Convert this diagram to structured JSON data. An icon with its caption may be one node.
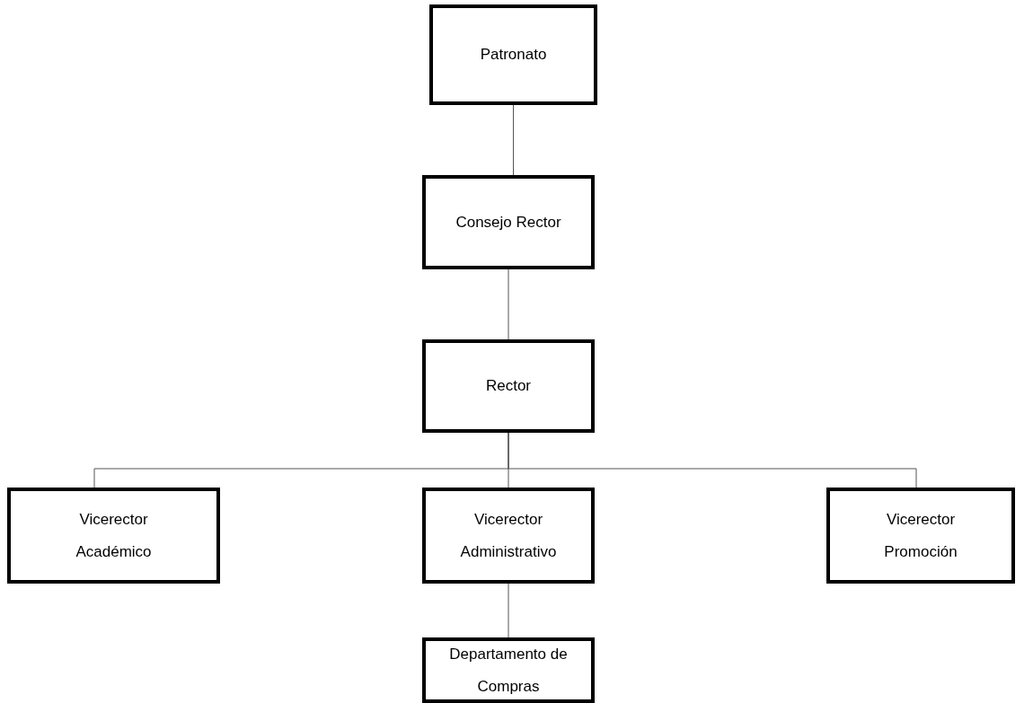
{
  "diagram": {
    "nodes": [
      {
        "text": [
          "Patronato"
        ]
      },
      {
        "text": [
          "Consejo Rector"
        ]
      },
      {
        "text": [
          "Rector"
        ]
      },
      {
        "text": [
          "Vicerector Académico"
        ]
      },
      {
        "text": [
          "Vicerector Administrativo"
        ]
      },
      {
        "text": [
          "Vicerector Promoción"
        ]
      },
      {
        "text": [
          "Departamento de Compras"
        ]
      }
    ],
    "edges": [
      {
        "from": 0,
        "to": 1,
        "arrow": "none"
      },
      {
        "from": 1,
        "to": 2,
        "arrow": "none"
      },
      {
        "from": 2,
        "to": 3,
        "arrow": "none"
      },
      {
        "from": 2,
        "to": 4,
        "arrow": "none"
      },
      {
        "from": 2,
        "to": 5,
        "arrow": "none"
      },
      {
        "from": 4,
        "to": 6,
        "arrow": "none"
      }
    ]
  }
}
